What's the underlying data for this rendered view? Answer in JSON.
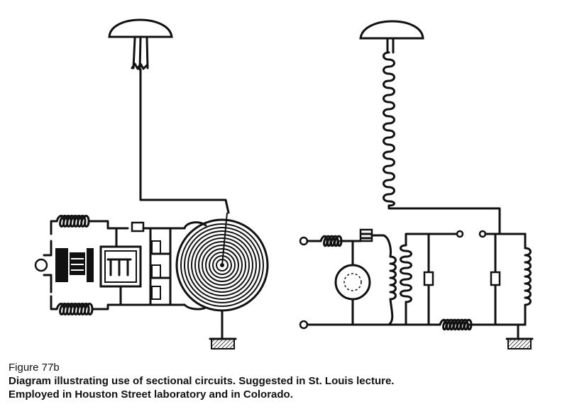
{
  "caption": {
    "figure_number": "Figure 77b",
    "line1": "Diagram illustrating use of sectional circuits. Suggested in St. Louis lecture.",
    "line2": "Employed in Houston Street laboratory and in Colorado."
  },
  "colors": {
    "ink": "#111111",
    "background": "#ffffff"
  }
}
